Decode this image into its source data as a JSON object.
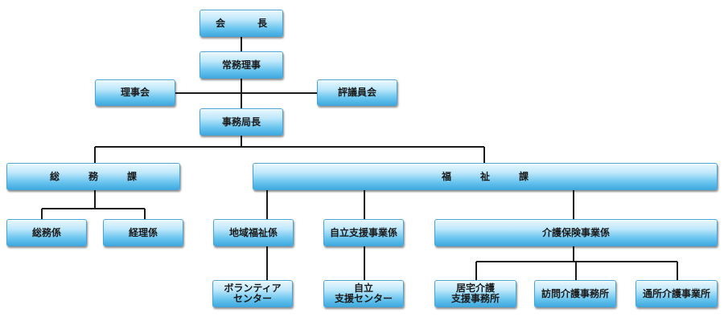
{
  "org": {
    "chairman": "会　長",
    "executive_director": "常務理事",
    "board_of_directors": "理事会",
    "councillors": "評議員会",
    "secretary_general": "事務局長",
    "general_affairs_division": "総　務　課",
    "welfare_division": "福　祉　課",
    "general_affairs_section": "総務係",
    "accounting_section": "経理係",
    "community_welfare_section": "地域福祉係",
    "independence_support_section": "自立支援事業係",
    "care_insurance_section": "介護保険事業係",
    "volunteer_center": "ボランティア\nセンター",
    "independence_support_center": "自立\n支援センター",
    "home_care_support_office": "居宅介護\n支援事務所",
    "home_visit_care_office": "訪問介護事務所",
    "day_care_office": "通所介護事業所"
  },
  "colors": {
    "box_top": "#eaf8ff",
    "box_bottom": "#3fa9df",
    "box_border": "#4aa3d6",
    "line": "#1a1a1a"
  }
}
